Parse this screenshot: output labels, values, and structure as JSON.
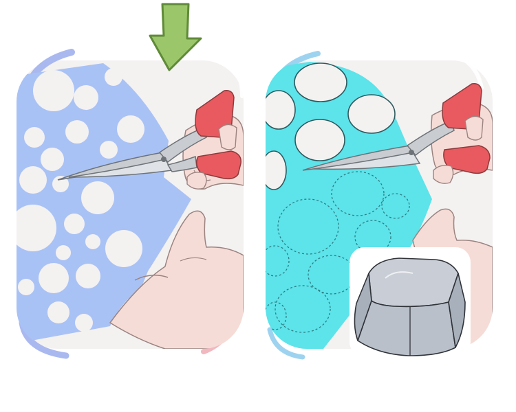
{
  "illustration": {
    "panels": [
      {
        "id": "left",
        "paper_color": "#a9c2f5",
        "pattern": "white-dots"
      },
      {
        "id": "right",
        "paper_color": "#5de3ea",
        "pattern": "dashed-circles"
      }
    ],
    "icons": [
      "down-arrow-icon",
      "scissors-icon",
      "keycap-icon"
    ],
    "colors": {
      "arrow": "#9cc66a",
      "scissor_handle": "#e85a5f",
      "scissor_blade": "#c9cdd2",
      "skin": "#f6dcd6",
      "keycap": "#c9ced6",
      "accent_left": "#aab8f0",
      "accent_right": "#9ed3f0",
      "accent_pink": "#f2b8c0"
    }
  }
}
